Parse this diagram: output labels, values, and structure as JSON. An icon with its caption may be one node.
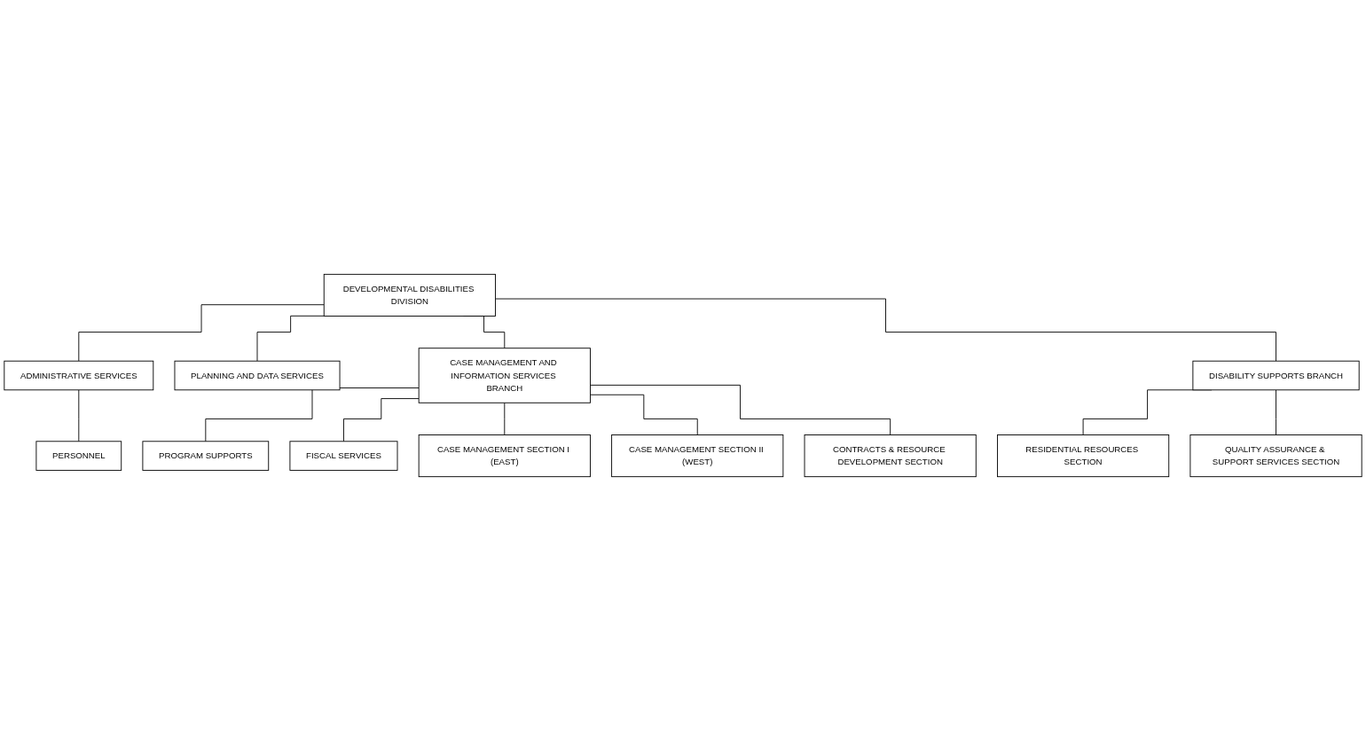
{
  "diagram": {
    "nodes": [
      {
        "text": [
          "DEVELOPMENTAL DISABILITIES DIVISION"
        ]
      },
      {
        "text": [
          "ADMINISTRATIVE SERVICES"
        ]
      },
      {
        "text": [
          "PLANNING AND DATA SERVICES"
        ]
      },
      {
        "text": [
          "PERSONNEL"
        ]
      },
      {
        "text": [
          "CASE MANAGEMENT AND INFORMATION SERVICES BRANCH"
        ]
      },
      {
        "text": [
          "DISABILITY SUPPORTS BRANCH"
        ]
      },
      {
        "text": [
          "PROGRAM SUPPORTS"
        ]
      },
      {
        "text": [
          "FISCAL SERVICES"
        ]
      },
      {
        "text": [
          "CASE MANAGEMENT SECTION I (EAST)"
        ]
      },
      {
        "text": [
          "CASE MANAGEMENT SECTION II (WEST)"
        ]
      },
      {
        "text": [
          "CONTRACTS & RESOURCE DEVELOPMENT SECTION"
        ]
      },
      {
        "text": [
          "RESIDENTIAL RESOURCES SECTION"
        ]
      },
      {
        "text": [
          "QUALITY ASSURANCE & SUPPORT SERVICES SECTION"
        ]
      }
    ],
    "edges": [
      {
        "from": 0,
        "to": 1,
        "arrow": "none"
      },
      {
        "from": 0,
        "to": 2,
        "arrow": "none"
      },
      {
        "from": 1,
        "to": 3,
        "arrow": "none"
      },
      {
        "from": 0,
        "to": 4,
        "arrow": "none"
      },
      {
        "from": 0,
        "to": 5,
        "arrow": "none"
      },
      {
        "from": 4,
        "to": 6,
        "arrow": "none"
      },
      {
        "from": 4,
        "to": 7,
        "arrow": "none"
      },
      {
        "from": 4,
        "to": 8,
        "arrow": "none"
      },
      {
        "from": 4,
        "to": 9,
        "arrow": "none"
      },
      {
        "from": 4,
        "to": 10,
        "arrow": "none"
      },
      {
        "from": 5,
        "to": 11,
        "arrow": "none"
      },
      {
        "from": 5,
        "to": 12,
        "arrow": "none"
      }
    ]
  }
}
